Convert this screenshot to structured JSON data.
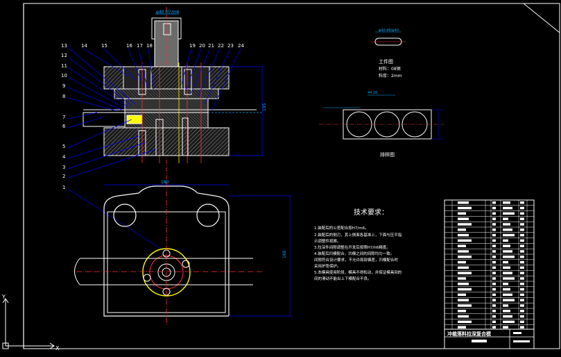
{
  "top_view": {
    "part_numbers_top": [
      "14",
      "15",
      "16",
      "17",
      "18",
      "19",
      "20",
      "21",
      "22",
      "23",
      "24"
    ],
    "part_numbers_left": [
      "13",
      "12",
      "11",
      "10",
      "9",
      "8",
      "7",
      "6",
      "5",
      "4",
      "3",
      "2",
      "1"
    ]
  },
  "workpiece": {
    "title": "工件图",
    "material": "材料：08钢",
    "thickness": "料厚：2mm"
  },
  "strip_layout": {
    "title": "排样图",
    "pitch": "44.20"
  },
  "tech_req": {
    "title": "技术要求：",
    "lines": [
      "1.装配后的公差配合按H7/m6。",
      "2.装配后的侧刃，其上侧面各基准上，下面与压平指",
      "  示调整件观察。",
      "3.拉深件间隙调整在开发后按照H7/h6精度。",
      "4.装配后凹模配合，凹模之间的间隙均匀一致。",
      "  间隙符合设计要求，不允许局部偏差，凹模配合时",
      "  采用护垫保护。",
      "5.本模具使用阶段，模具不得松动，并保证模具间的",
      "  间的滑动不能出上下模配合不良。"
    ]
  },
  "title_block": {
    "drawing_name": "冲裁落料拉深复合模"
  },
  "ucs": {
    "y_label": "Y",
    "x_label": "X"
  }
}
